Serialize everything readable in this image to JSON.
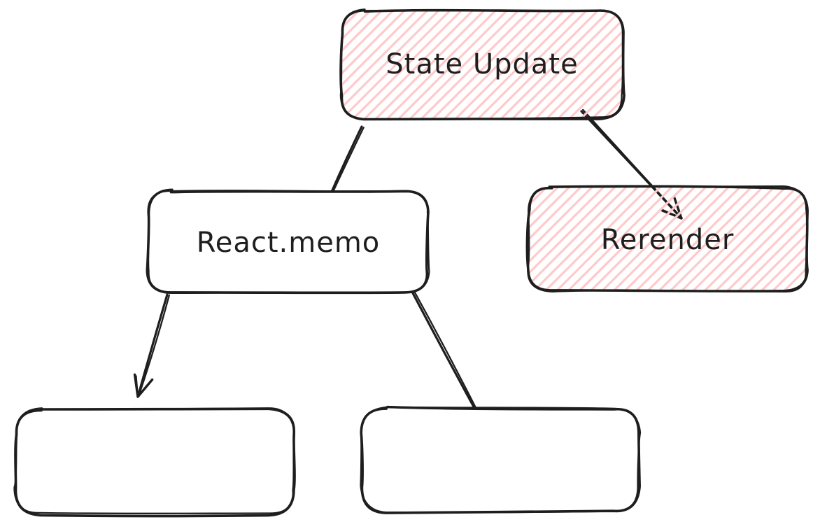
{
  "diagram": {
    "type": "flowchart",
    "style": "hand-drawn",
    "colors": {
      "background": "#ffffff",
      "stroke": "#1e1e1e",
      "hatch_fill": "#ffc9c9"
    },
    "nodes": [
      {
        "id": "state-update",
        "label": "State Update",
        "fill": "hatch-red"
      },
      {
        "id": "react-memo",
        "label": "React.memo",
        "fill": "white"
      },
      {
        "id": "rerender",
        "label": "Rerender",
        "fill": "hatch-red"
      },
      {
        "id": "child-left",
        "label": "",
        "fill": "white"
      },
      {
        "id": "child-right",
        "label": "",
        "fill": "white"
      }
    ],
    "edges": [
      {
        "from": "state-update",
        "to": "react-memo"
      },
      {
        "from": "state-update",
        "to": "rerender"
      },
      {
        "from": "react-memo",
        "to": "child-left"
      },
      {
        "from": "react-memo",
        "to": "child-right"
      }
    ]
  }
}
